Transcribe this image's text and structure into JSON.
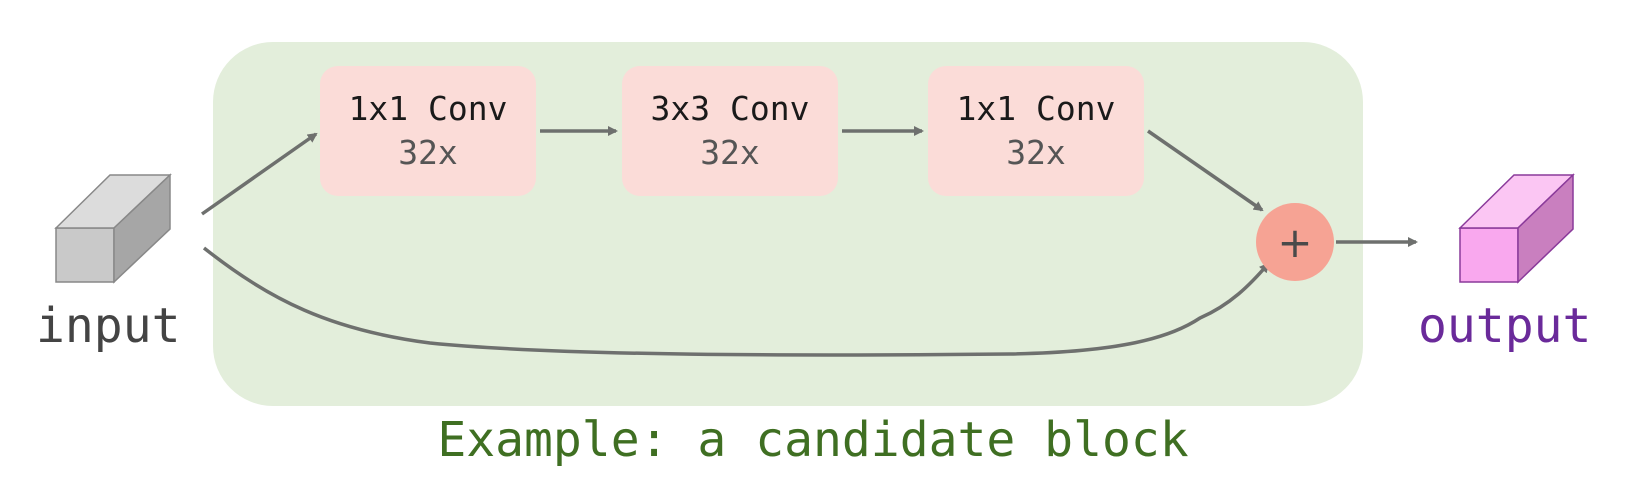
{
  "input_label": "input",
  "output_label": "output",
  "caption": "Example: a candidate block",
  "sum_symbol": "+",
  "layers": [
    {
      "op": "1x1 Conv",
      "channels": "32x"
    },
    {
      "op": "3x3 Conv",
      "channels": "32x"
    },
    {
      "op": "1x1 Conv",
      "channels": "32x"
    }
  ],
  "colors": {
    "block_background": "#e3eedb",
    "layer_fill": "#fbdcd8",
    "sum_fill": "#f6a394",
    "input_tensor": "#c9c9c9",
    "output_tensor": "#f9a8ee",
    "output_text": "#6a2a9a",
    "caption_text": "#3f6f22",
    "arrow": "#6e706e"
  }
}
